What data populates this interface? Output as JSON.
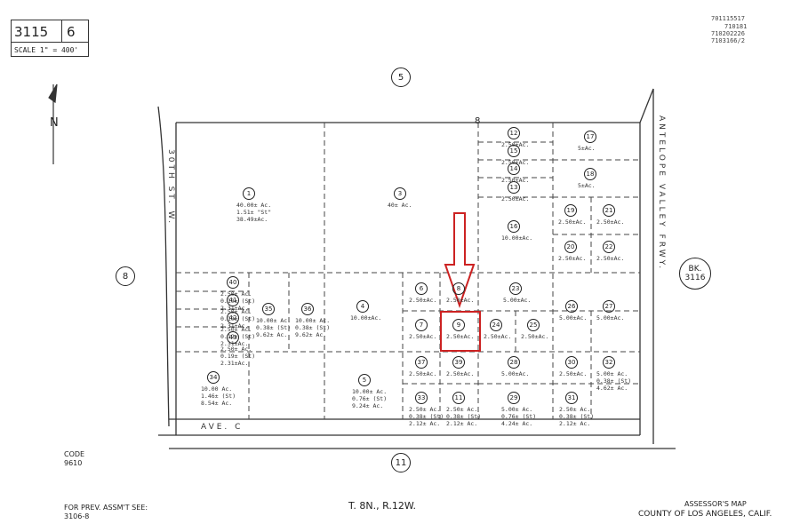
{
  "map_tag": {
    "book": "3115",
    "page": "6",
    "scale": "SCALE 1\" = 400'"
  },
  "stamps": [
    "701115517",
    "710181",
    "710202226",
    "7103166/2"
  ],
  "adjacent_pages": {
    "north": "5",
    "south": "11",
    "west": "8",
    "east_book": "BK.",
    "east_page": "3116",
    "corner": "8"
  },
  "roads": {
    "west": "30TH ST. W.",
    "south": "AVE. C",
    "east": "ANTELOPE VALLEY FRWY."
  },
  "parcels": [
    {
      "num": "1",
      "lines": [
        "40.00± Ac.",
        "1.51± \"St\"",
        "38.49±Ac."
      ]
    },
    {
      "num": "3",
      "lines": [
        "40± Ac."
      ]
    },
    {
      "num": "4",
      "lines": [
        "10.00±Ac."
      ]
    },
    {
      "num": "5",
      "lines": [
        "10.00± Ac.",
        "0.76± (St)",
        "9.24± Ac."
      ]
    },
    {
      "num": "6",
      "lines": [
        "2.50±Ac."
      ]
    },
    {
      "num": "7",
      "lines": [
        "2.50±Ac."
      ]
    },
    {
      "num": "8",
      "lines": [
        "2.50±Ac."
      ]
    },
    {
      "num": "9",
      "lines": [
        "2.50±Ac."
      ]
    },
    {
      "num": "11",
      "lines": [
        "2.50± Ac.",
        "0.38± (St)",
        "2.12± Ac."
      ]
    },
    {
      "num": "12",
      "lines": [
        "2.50±Ac."
      ]
    },
    {
      "num": "13",
      "lines": [
        "2.50±Ac."
      ]
    },
    {
      "num": "14",
      "lines": [
        "2.50±Ac."
      ]
    },
    {
      "num": "15",
      "lines": [
        "2.50±Ac."
      ]
    },
    {
      "num": "16",
      "lines": [
        "10.00±Ac."
      ]
    },
    {
      "num": "17",
      "lines": [
        "5±Ac."
      ]
    },
    {
      "num": "18",
      "lines": [
        "5±Ac."
      ]
    },
    {
      "num": "19",
      "lines": [
        "2.50±Ac."
      ]
    },
    {
      "num": "20",
      "lines": [
        "2.50±Ac."
      ]
    },
    {
      "num": "21",
      "lines": [
        "2.50±Ac."
      ]
    },
    {
      "num": "22",
      "lines": [
        "2.50±Ac."
      ]
    },
    {
      "num": "23",
      "lines": [
        "5.00±Ac."
      ]
    },
    {
      "num": "24",
      "lines": [
        "2.50±Ac."
      ]
    },
    {
      "num": "25",
      "lines": [
        "2.50±Ac."
      ]
    },
    {
      "num": "26",
      "lines": [
        "5.00±Ac."
      ]
    },
    {
      "num": "27",
      "lines": [
        "5.00±Ac."
      ]
    },
    {
      "num": "28",
      "lines": [
        "5.00±Ac."
      ]
    },
    {
      "num": "29",
      "lines": [
        "5.00± Ac.",
        "0.76± (St)",
        "4.24± Ac."
      ]
    },
    {
      "num": "30",
      "lines": [
        "2.50±Ac."
      ]
    },
    {
      "num": "31",
      "lines": [
        "2.50± Ac.",
        "0.38± (St)",
        "2.12± Ac."
      ]
    },
    {
      "num": "32",
      "lines": [
        "5.00± Ac.",
        "0.38± (St)",
        "4.62± Ac."
      ]
    },
    {
      "num": "33",
      "lines": [
        "2.50± Ac.",
        "0.38± (St)",
        "2.12± Ac."
      ]
    },
    {
      "num": "34",
      "lines": [
        "10.00 Ac.",
        "1.46± (St)",
        "8.54± Ac."
      ]
    },
    {
      "num": "35",
      "lines": [
        "10.00± Ac.",
        "0.38± (St)",
        "9.62± Ac."
      ]
    },
    {
      "num": "36",
      "lines": [
        "10.00± Ac.",
        "0.38± (St)",
        "9.62± Ac."
      ]
    },
    {
      "num": "37",
      "lines": [
        "2.50±Ac."
      ]
    },
    {
      "num": "39",
      "lines": [
        "2.50±Ac."
      ]
    },
    {
      "num": "40",
      "lines": [
        "2.50± Ac.",
        "0.19± (St)",
        "2.31±Ac."
      ]
    },
    {
      "num": "41",
      "lines": [
        "2.50± Ac.",
        "0.19± (St)",
        "2.31±Ac."
      ]
    },
    {
      "num": "42",
      "lines": [
        "2.50± Ac.",
        "0.19± (St)",
        "2.31±Ac."
      ]
    },
    {
      "num": "43",
      "lines": [
        "2.50± Ac.",
        "0.19± (St)",
        "2.31±Ac."
      ]
    }
  ],
  "footer": {
    "code_label": "CODE",
    "code_value": "9610",
    "prev_label": "FOR PREV. ASSM'T SEE:",
    "prev_value": "3106-8",
    "township": "T. 8N., R.12W.",
    "map_label": "ASSESSOR'S MAP",
    "county": "COUNTY OF LOS ANGELES, CALIF."
  },
  "north_label": "N",
  "highlight": {
    "parcel": "9",
    "color": "#cc2222"
  }
}
